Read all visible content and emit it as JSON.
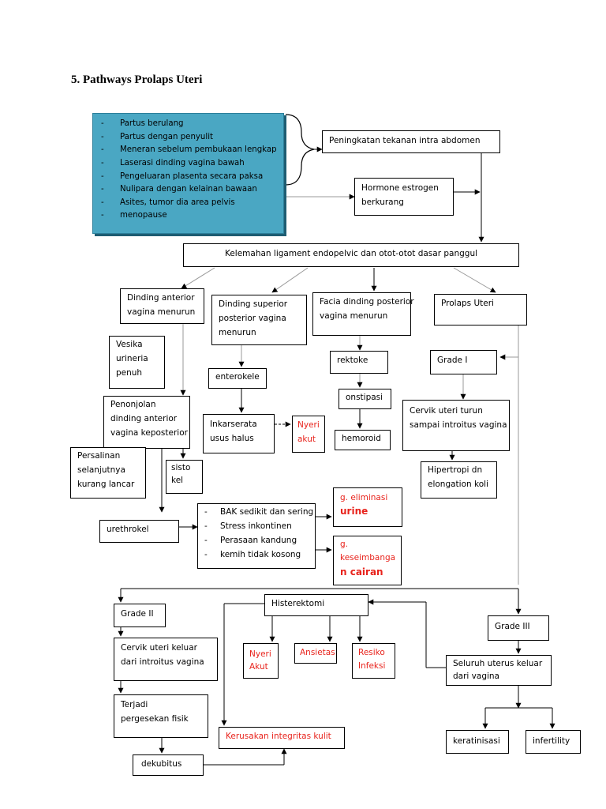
{
  "heading": "5.  Pathways Prolaps Uteri",
  "causes": [
    "Partus berulang",
    "Partus dengan penyulit",
    "Meneran sebelum pembukaan lengkap",
    "Laserasi dinding vagina bawah",
    "Pengeluaran plasenta secara paksa",
    "Nulipara dengan kelainan bawaan",
    "Asites, tumor dia area pelvis",
    "menopause"
  ],
  "nodes": {
    "tekanan": [
      "Peningkatan tekanan intra abdomen"
    ],
    "estrogen": [
      "Hormone estrogen",
      "berkurang"
    ],
    "kelemahan": [
      "Kelemahan ligament endopelvic dan otot-otot dasar panggul"
    ],
    "dinding_anterior": [
      "Dinding anterior",
      "vagina menurun"
    ],
    "dinding_superior": [
      "Dinding superior",
      "posterior vagina",
      "menurun"
    ],
    "facia": [
      "Facia dinding posterior",
      "vagina menurun"
    ],
    "prolaps": [
      "Prolaps Uteri"
    ],
    "vesika": [
      "Vesika",
      "urineria",
      "penuh"
    ],
    "enterokele": [
      "enterokele"
    ],
    "rektoke": [
      "rektoke"
    ],
    "grade1": [
      "Grade I"
    ],
    "penonjolan": [
      "Penonjolan",
      "dinding anterior",
      "vagina keposterior"
    ],
    "onstipasi": [
      "onstipasi"
    ],
    "cervik_turun": [
      "Cervik uteri turun",
      "sampai introitus vagina"
    ],
    "inkarserata": [
      "Inkarserata",
      "usus halus"
    ],
    "nyeri1": [
      "Nyeri",
      "akut"
    ],
    "hemoroid": [
      "hemoroid"
    ],
    "persalinan": [
      "Persalinan",
      "selanjutnya",
      "kurang lancar"
    ],
    "sistokel": [
      "sisto",
      "kel"
    ],
    "hipertropi": [
      "Hipertropi dn",
      "elongation koli"
    ],
    "urethrokel": [
      "urethrokel"
    ],
    "bak": [
      "BAK sedikit dan sering",
      "Stress inkontinen",
      "Perasaan kandung",
      "kemih tidak kosong"
    ],
    "eliminasi": [
      "g. eliminasi",
      "urine"
    ],
    "keseimbangan": [
      "g.",
      "keseimbanga",
      "n cairan"
    ],
    "grade2": [
      "Grade II"
    ],
    "histerektomi": [
      "Histerektomi"
    ],
    "grade3": [
      "Grade III"
    ],
    "cervik_keluar": [
      "Cervik uteri keluar",
      "dari introitus vagina"
    ],
    "nyeri2": [
      "Nyeri",
      "Akut"
    ],
    "ansietas": [
      "Ansietas"
    ],
    "resiko": [
      "Resiko",
      "Infeksi"
    ],
    "seluruh": [
      "Seluruh uterus keluar",
      "dari vagina"
    ],
    "pergesekan": [
      "Terjadi",
      "pergesekan fisik"
    ],
    "kerusakan": [
      "Kerusakan integritas kulit"
    ],
    "keratinisasi": [
      "keratinisasi"
    ],
    "infertility": [
      "infertility"
    ],
    "dekubitus": [
      "dekubitus"
    ]
  }
}
